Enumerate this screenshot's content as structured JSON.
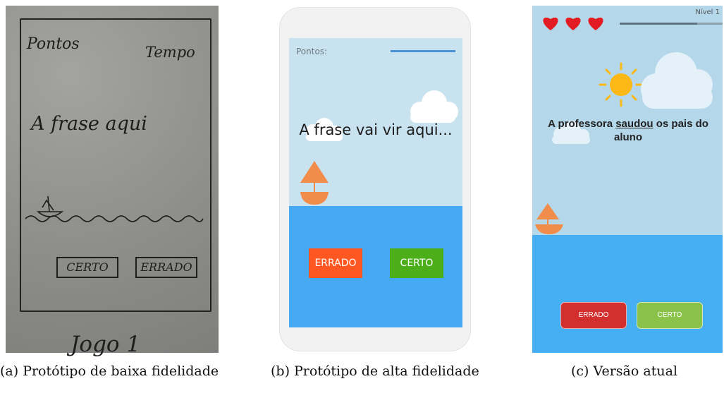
{
  "colors": {
    "hf_sky": "#c8e2ef",
    "hf_sea": "#45aaf3",
    "hf_errado": "#ff5722",
    "hf_certo": "#4caf1a",
    "cv_sky": "#b4d8ea",
    "cv_sea": "#46aef2",
    "cv_errado": "#d32f2f",
    "cv_certo": "#8bc34a",
    "boat_orange": "#f28c4a",
    "heart_red": "#e31b23",
    "sun_yellow": "#fbb817"
  },
  "sketch": {
    "pontos": "Pontos",
    "tempo": "Tempo",
    "frase": "A frase aqui",
    "certo": "CERTO",
    "errado": "ERRADO",
    "jogo": "Jogo 1"
  },
  "high_fidelity": {
    "pontos_label": "Pontos:",
    "frase": "A frase vai vir aqui...",
    "errado_label": "ERRADO",
    "certo_label": "CERTO"
  },
  "current": {
    "level": "Nível 1",
    "lives": 3,
    "level_progress": 0.75,
    "frase_before": "A professora ",
    "frase_highlight": "saudou",
    "frase_after": " os pais do aluno",
    "errado_label": "ERRADO",
    "certo_label": "CERTO"
  },
  "captions": {
    "a": "(a) Protótipo de baixa fidelidade",
    "b": "(b) Protótipo de alta fidelidade",
    "c": "(c) Versão atual"
  }
}
